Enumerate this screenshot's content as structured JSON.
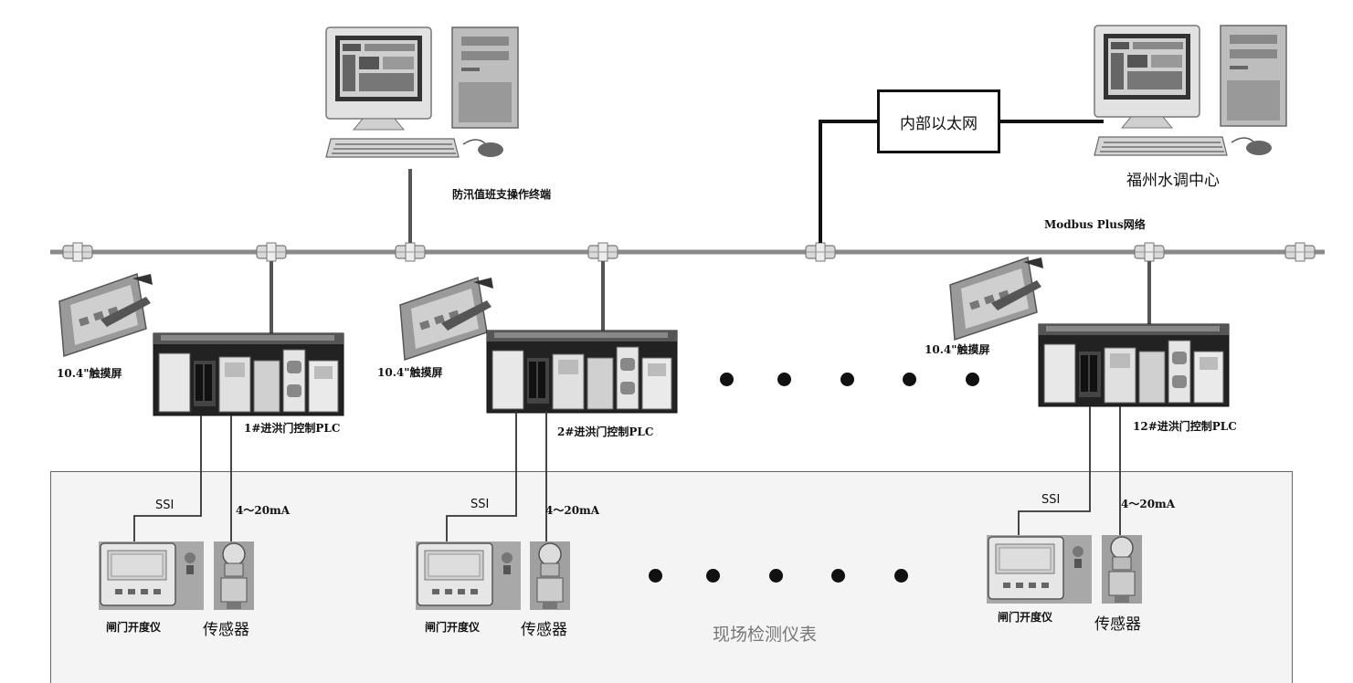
{
  "labels": {
    "ops_station": "防汛值班支操作终端",
    "control_center": "福州水调中心",
    "internal_ethernet": "内部以太网",
    "modbus_network": "Modbus Plus网络",
    "field_instruments": "现场检测仪表"
  },
  "units": [
    {
      "touch_label": "10.4\"触摸屏",
      "plc_label": "1#进洪门控制PLC",
      "ssi_label": "SSI",
      "analog_label": "4～20mA",
      "gauge_label": "闸门开度仪",
      "sensor_label": "传感器"
    },
    {
      "touch_label": "10.4\"触摸屏",
      "plc_label": "2#进洪门控制PLC",
      "ssi_label": "SSI",
      "analog_label": "4～20mA",
      "gauge_label": "闸门开度仪",
      "sensor_label": "传感器"
    },
    {
      "touch_label": "10.4\"触摸屏",
      "plc_label": "12#进洪门控制PLC",
      "ssi_label": "SSI",
      "analog_label": "4～20mA",
      "gauge_label": "闸门开度仪",
      "sensor_label": "传感器"
    }
  ],
  "icons": [
    "computer-icon",
    "network-tap-icon",
    "touch-screen-icon",
    "plc-rack-icon",
    "gauge-icon",
    "sensor-icon",
    "ellipsis-dot-icon"
  ],
  "colors": {
    "bus": "#8a8a8a",
    "line": "#222222",
    "field_bg": "#f4f4f4",
    "field_border": "#666666"
  }
}
